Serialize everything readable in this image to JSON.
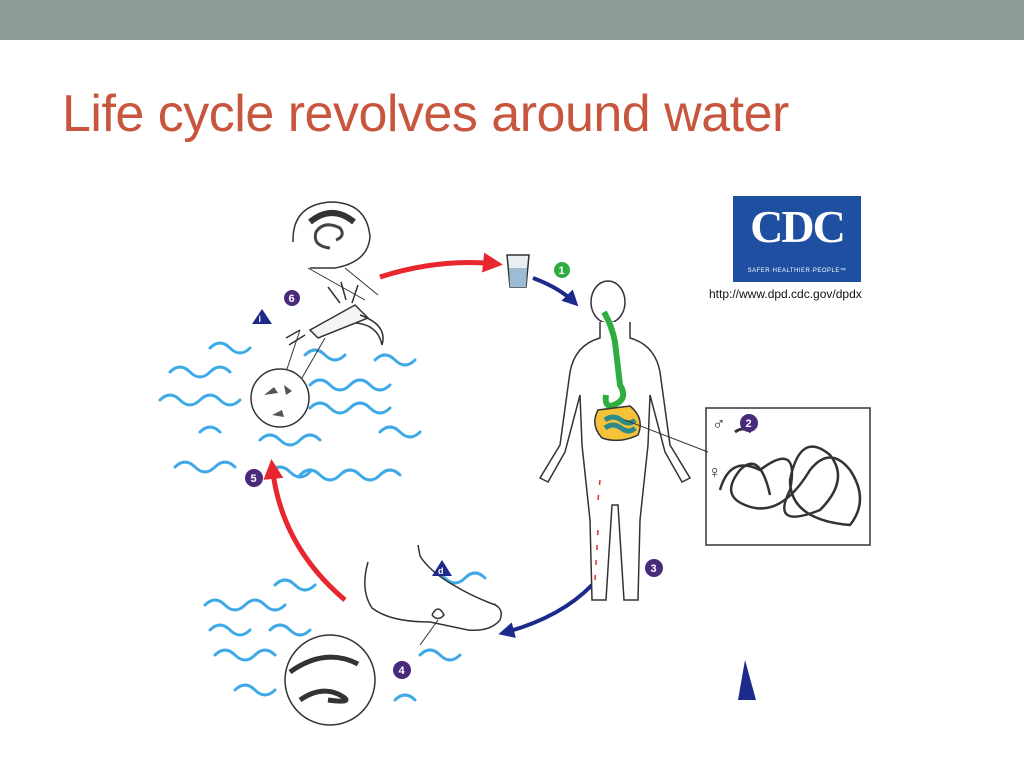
{
  "slide": {
    "title": "Life cycle revolves around water"
  },
  "logo": {
    "name": "CDC",
    "tagline": "SAFER·HEALTHIER·PEOPLE™",
    "url": "http://www.dpd.cdc.gov/dpdx"
  },
  "stage_markers": [
    "1",
    "2",
    "3",
    "4",
    "5",
    "6"
  ],
  "stage_markers_legend": [
    "i",
    "d"
  ],
  "colors": {
    "title": "#c8553d",
    "top_bar": "#8e9b96",
    "arrow_red": "#e8262d",
    "arrow_blue": "#1c2a8c",
    "marker": "#4a2a7a",
    "water": "#3fa9e8",
    "cdc_blue": "#1f4fa0"
  },
  "icons": [
    "male-symbol-icon",
    "female-symbol-icon",
    "water-glass-icon",
    "copepod-icon",
    "worm-icon",
    "info-triangle-icon"
  ]
}
